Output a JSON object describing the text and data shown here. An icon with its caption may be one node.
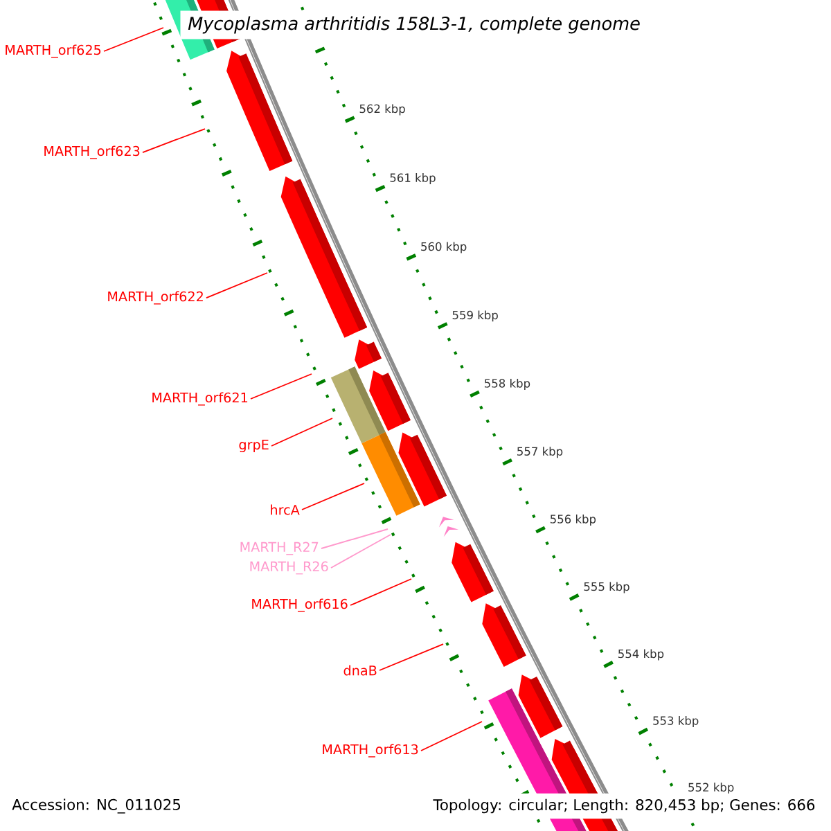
{
  "diagram": {
    "title": "Mycoplasma arthritidis 158L3-1, complete genome",
    "nodes": [
      {
        "text": [
          "MARTH_orf625"
        ]
      },
      {
        "text": [
          "MARTH_orf623"
        ]
      },
      {
        "text": [
          "MARTH_orf622"
        ]
      },
      {
        "text": [
          "MARTH_orf621"
        ]
      },
      {
        "text": [
          "grpE"
        ]
      },
      {
        "text": [
          "hrcA"
        ]
      },
      {
        "text": [
          "MARTH_R27"
        ]
      },
      {
        "text": [
          "MARTH_R26"
        ]
      },
      {
        "text": [
          "MARTH_orf616"
        ]
      },
      {
        "text": [
          "dnaB"
        ]
      },
      {
        "text": [
          "MARTH_orf613"
        ]
      }
    ],
    "edges": [
      {
        "from": 0,
        "to": null,
        "arrow": "none"
      },
      {
        "from": 1,
        "to": null,
        "arrow": "none"
      },
      {
        "from": 2,
        "to": null,
        "arrow": "none"
      },
      {
        "from": 3,
        "to": null,
        "arrow": "none"
      },
      {
        "from": 4,
        "to": null,
        "arrow": "none"
      },
      {
        "from": 5,
        "to": null,
        "arrow": "none"
      },
      {
        "from": 6,
        "to": null,
        "arrow": "none",
        "color": "#ff99cc"
      },
      {
        "from": 7,
        "to": null,
        "arrow": "none",
        "color": "#ff99cc"
      },
      {
        "from": 8,
        "to": null,
        "arrow": "none"
      },
      {
        "from": 9,
        "to": null,
        "arrow": "none"
      },
      {
        "from": 10,
        "to": null,
        "arrow": "none"
      }
    ],
    "labels": [
      "562 kbp",
      "561 kbp",
      "560 kbp",
      "559 kbp",
      "558 kbp",
      "557 kbp",
      "556 kbp",
      "555 kbp",
      "554 kbp",
      "553 kbp",
      "552 kbp",
      "Accession: NC_011025",
      "Topology: circular; Length: 820,453 bp; Genes: 666"
    ]
  }
}
